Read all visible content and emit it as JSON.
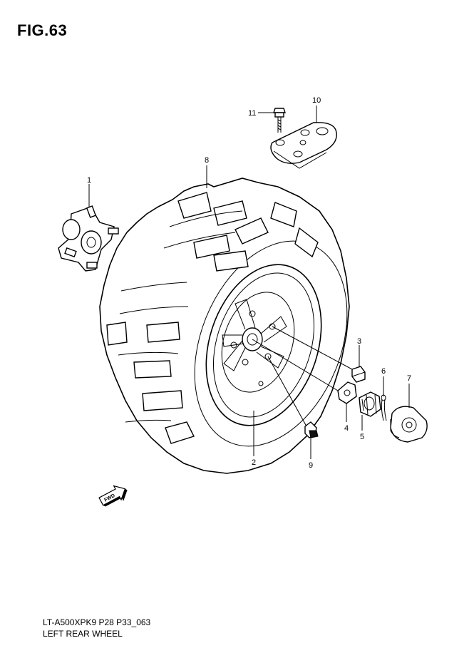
{
  "figure": {
    "title": "FIG.63",
    "model_code": "LT-A500XPK9 P28 P33_063",
    "caption": "LEFT REAR WHEEL",
    "fwd_label": "FWD"
  },
  "callouts": [
    {
      "id": "1",
      "label": "1"
    },
    {
      "id": "2",
      "label": "2"
    },
    {
      "id": "3",
      "label": "3"
    },
    {
      "id": "4",
      "label": "4"
    },
    {
      "id": "5",
      "label": "5"
    },
    {
      "id": "6",
      "label": "6"
    },
    {
      "id": "7",
      "label": "7"
    },
    {
      "id": "8",
      "label": "8"
    },
    {
      "id": "9",
      "label": "9"
    },
    {
      "id": "10",
      "label": "10"
    },
    {
      "id": "11",
      "label": "11"
    }
  ]
}
